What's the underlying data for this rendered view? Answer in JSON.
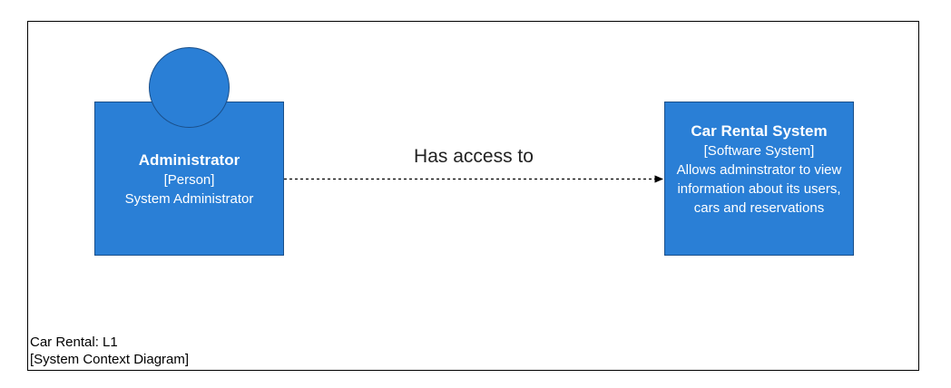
{
  "colors": {
    "element_fill": "#2a7fd6",
    "element_border": "#1a4f8a",
    "line": "#000000"
  },
  "person": {
    "name": "Administrator",
    "type": "[Person]",
    "description": "System Administrator"
  },
  "system": {
    "name": "Car Rental System",
    "type": "[Software System]",
    "description_lines": [
      "Allows adminstrator to view",
      "information about its users,",
      "cars and reservations"
    ]
  },
  "relationship": {
    "label": "Has access to"
  },
  "boundary": {
    "name": "Car Rental: L1",
    "type": "[System Context Diagram]"
  }
}
